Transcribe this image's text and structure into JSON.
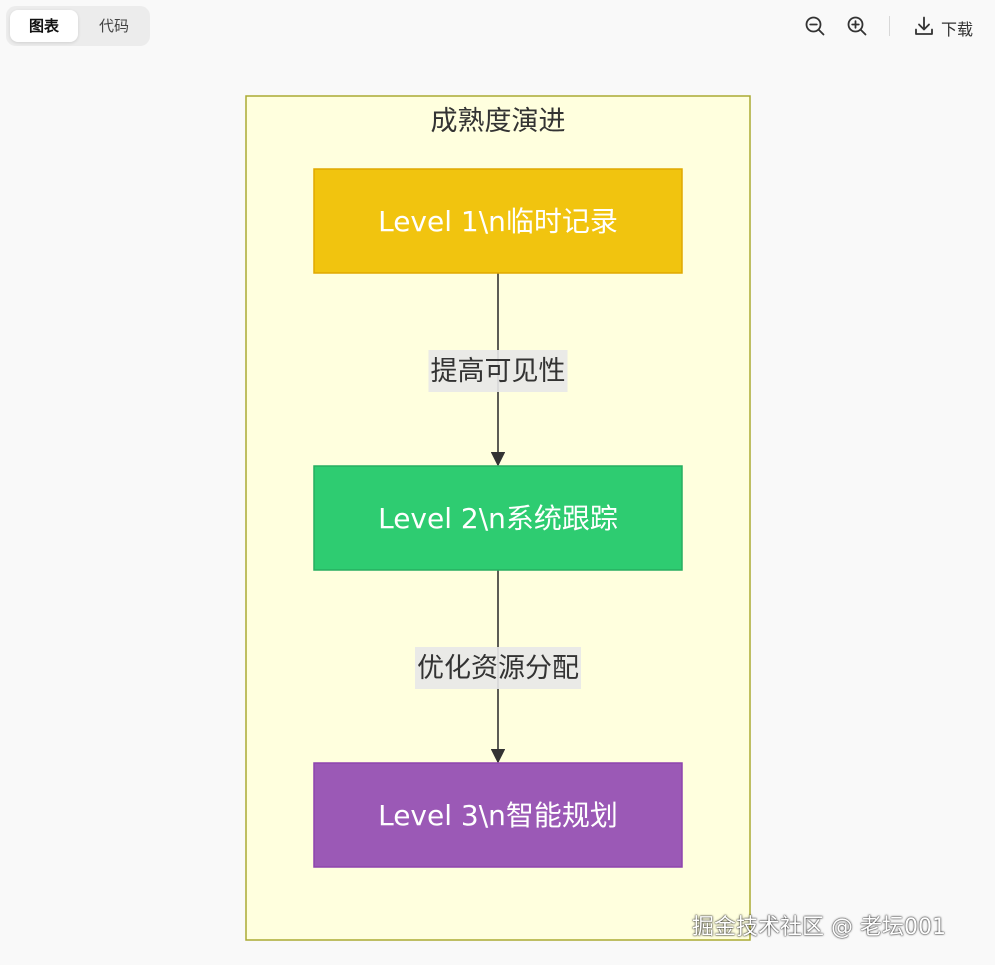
{
  "toolbar": {
    "tabs": [
      {
        "label": "图表",
        "active": true
      },
      {
        "label": "代码",
        "active": false
      }
    ],
    "zoom_out_icon": "zoom-out-icon",
    "zoom_in_icon": "zoom-in-icon",
    "download_icon": "download-icon",
    "download_label": "下载"
  },
  "diagram": {
    "subgraph_title": "成熟度演进",
    "subgraph_fill": "#ffffde",
    "subgraph_stroke": "#aaaa33",
    "nodes": [
      {
        "id": "L1",
        "label": "Level 1\\n临时记录",
        "fill": "#f1c40f",
        "stroke": "#e0a800",
        "text_color": "#ffffff"
      },
      {
        "id": "L2",
        "label": "Level 2\\n系统跟踪",
        "fill": "#2ecc71",
        "stroke": "#27ae60",
        "text_color": "#ffffff"
      },
      {
        "id": "L3",
        "label": "Level 3\\n智能规划",
        "fill": "#9b59b6",
        "stroke": "#8e44ad",
        "text_color": "#ffffff"
      }
    ],
    "edges": [
      {
        "from": "L1",
        "to": "L2",
        "label": "提高可见性"
      },
      {
        "from": "L2",
        "to": "L3",
        "label": "优化资源分配"
      }
    ]
  },
  "watermark": "掘金技术社区 @ 老坛001"
}
